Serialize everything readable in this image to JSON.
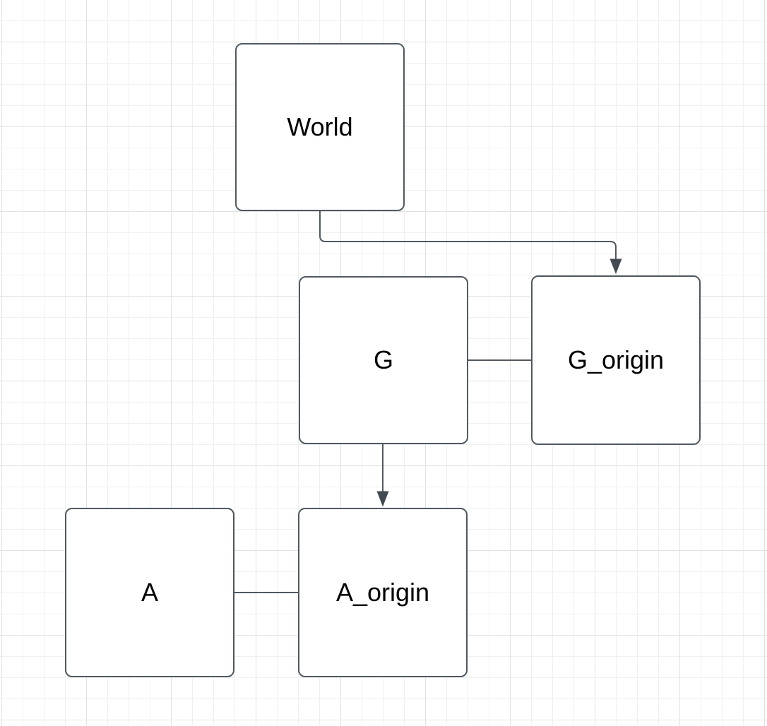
{
  "canvas": {
    "background_color": "#ffffff",
    "grid_minor_color": "#f0f0f0",
    "grid_major_color": "#e2e2e2",
    "stroke_color": "#515860",
    "arrow_fill_color": "#434a52",
    "node_fill_color": "#ffffff",
    "label_color": "#000000"
  },
  "nodes": [
    {
      "id": "world",
      "label": "World"
    },
    {
      "id": "g",
      "label": "G"
    },
    {
      "id": "g_origin",
      "label": "G_origin"
    },
    {
      "id": "a",
      "label": "A"
    },
    {
      "id": "a_origin",
      "label": "A_origin"
    }
  ],
  "edges": [
    {
      "from": "World",
      "to": "G_origin",
      "style": "orthogonal",
      "arrow": "target"
    },
    {
      "from": "G",
      "to": "G_origin",
      "style": "straight",
      "arrow": "none"
    },
    {
      "from": "G",
      "to": "A_origin",
      "style": "straight",
      "arrow": "target"
    },
    {
      "from": "A",
      "to": "A_origin",
      "style": "straight",
      "arrow": "none"
    }
  ]
}
